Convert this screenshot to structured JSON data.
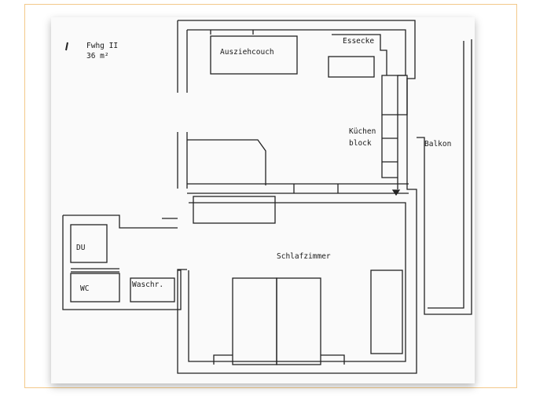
{
  "plan": {
    "title_line1": "Fwhg II",
    "title_line2": "36 m²",
    "rooms": {
      "ausziehcouch": "Ausziehcouch",
      "essecke": "Essecke",
      "kuechen_line1": "Küchen",
      "kuechen_line2": "block",
      "balkon": "Balkon",
      "schlafzimmer": "Schlafzimmer",
      "du": "DU",
      "wc": "WC",
      "waschr": "Waschr."
    }
  }
}
